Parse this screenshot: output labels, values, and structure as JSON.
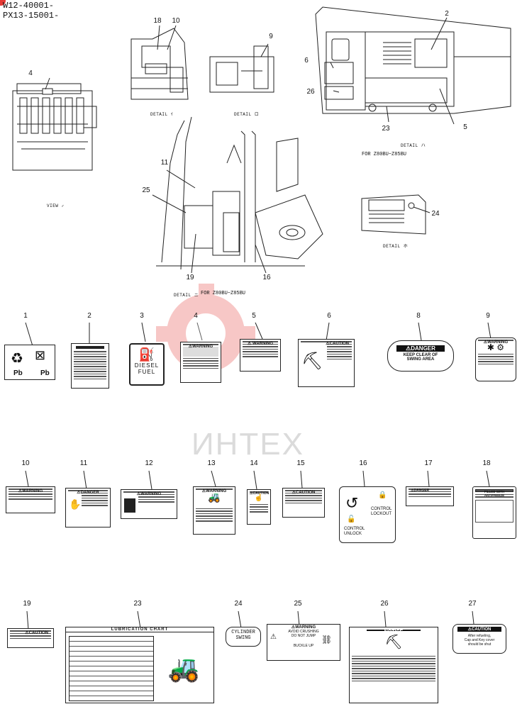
{
  "header": {
    "line1": "W12-40001-",
    "line2": "PX13-15001-"
  },
  "details": {
    "view_b": "VIEW ♂",
    "detail_i": "DETAIL ｲ",
    "detail_ro": "DETAIL ロ",
    "detail_ha": "DETAIL ハ",
    "detail_ni": "DETAIL ニ",
    "detail_ho": "DETAIL ホ",
    "for_ha": "FOR Z80BU~Z85BU",
    "for_ni": "FOR Z80BU~Z85BU"
  },
  "callouts": [
    "18",
    "10",
    "9",
    "2",
    "6",
    "26",
    "4",
    "23",
    "5",
    "11",
    "25",
    "24",
    "19",
    "16"
  ],
  "labels": {
    "l1": {
      "num": "1",
      "text_a": "Pb",
      "text_b": "Pb"
    },
    "l2": {
      "num": "2"
    },
    "l3": {
      "num": "3",
      "line1": "DIESEL",
      "line2": "FUEL"
    },
    "l4": {
      "num": "4",
      "head": "⚠WARNING"
    },
    "l5": {
      "num": "5",
      "head": "⚠ WARNING"
    },
    "l6": {
      "num": "6",
      "head": "⚠CAUTION"
    },
    "l8": {
      "num": "8",
      "head": "⚠DANGER",
      "line1": "KEEP CLEAR OF",
      "line2": "SWING AREA"
    },
    "l9": {
      "num": "9",
      "head": "⚠WARNING"
    },
    "l10": {
      "num": "10",
      "head": "⚠WARNING"
    },
    "l11": {
      "num": "11",
      "head": "⚠DANGER"
    },
    "l12": {
      "num": "12",
      "head": "⚠WARNING"
    },
    "l13": {
      "num": "13",
      "head": "⚠WARNING"
    },
    "l14": {
      "num": "14",
      "head": "⚠CAUTION"
    },
    "l15": {
      "num": "15",
      "head": "⚠CAUTION"
    },
    "l16": {
      "num": "16",
      "line1": "CONTROL",
      "line2": "LOCKOUT",
      "line3": "CONTROL",
      "line4": "UNLOCK"
    },
    "l17": {
      "num": "17",
      "head": "⚠DANGER"
    },
    "l18": {
      "num": "18",
      "head": "FILLED WITH ANTIFREEZE"
    },
    "l19": {
      "num": "19",
      "head": "⚠CAUTION"
    },
    "l23": {
      "num": "23",
      "head": "LUBRICATION CHART"
    },
    "l24": {
      "num": "24",
      "line1": "CYLINDER",
      "line2": "SWING"
    },
    "l25": {
      "num": "25",
      "head": "⚠WARNING",
      "line1": "AVOID CRUSHING",
      "line2": "DO NOT JUMP",
      "line3": "BUCKLE UP"
    },
    "l26": {
      "num": "26",
      "head": "NOTICE"
    },
    "l27": {
      "num": "27",
      "head": "⚠CAUTION",
      "line1": "After refueling,",
      "line2": "Cap and Key cover",
      "line3": "should be shut"
    }
  },
  "watermark": "ИНТЕХ",
  "colors": {
    "watermark_red": "#e53935",
    "line": "#222222"
  }
}
